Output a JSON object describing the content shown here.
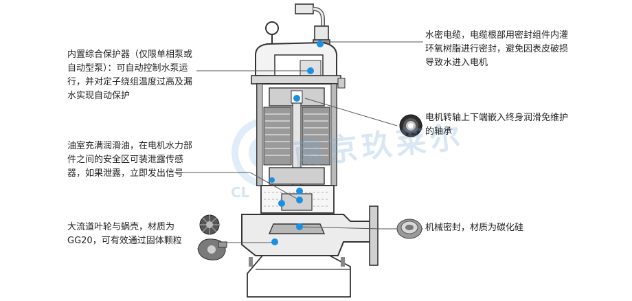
{
  "callouts": {
    "top_left": "内置综合保护器（仅限单相泵或自动型泵）：可自动控制水泵运行，并对定子绕组温度过高及漏水实现自动保护",
    "mid_left": "油室充满润滑油，在电机水力部件之间的安全区可装泄露传感器，如果泄露，立即发出信号",
    "bottom_left": "大流道叶轮与蜗壳，材质为GG20，可有效通过固体颗粒",
    "top_right": "水密电缆，电缆根部用密封组件内灌环氧树脂进行密封，避免因表皮破损导致水进入电机",
    "mid_right": "电机转轴上下端嵌入终身润滑免维护的轴承",
    "bottom_right": "机械密封，材质为碳化硅"
  },
  "watermark": {
    "text": "南京玖莱尔",
    "partial": "CL"
  },
  "colors": {
    "marker": "#1a8fe3",
    "line": "#555555",
    "metal": "#3a3a3a",
    "watermark": "#78aadc"
  }
}
